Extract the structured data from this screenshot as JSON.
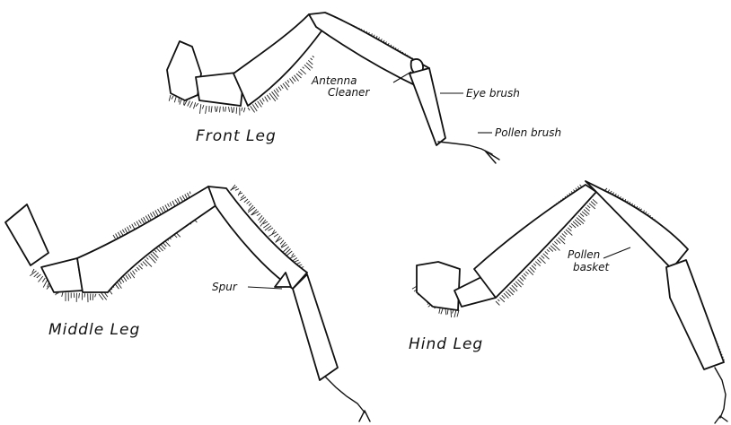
{
  "labels": {
    "antenna_cleaner_line1": "Antenna",
    "antenna_cleaner_line2": "Cleaner",
    "eye_brush": "Eye brush",
    "pollen_brush": "Pollen brush",
    "front_leg": "Front Leg",
    "middle_leg": "Middle Leg",
    "spur": "Spur",
    "pollen_basket_line1": "Pollen",
    "pollen_basket_line2": "basket",
    "hind_leg": "Hind Leg"
  },
  "colors": {
    "ink": "#111111",
    "paper": "#ffffff"
  }
}
